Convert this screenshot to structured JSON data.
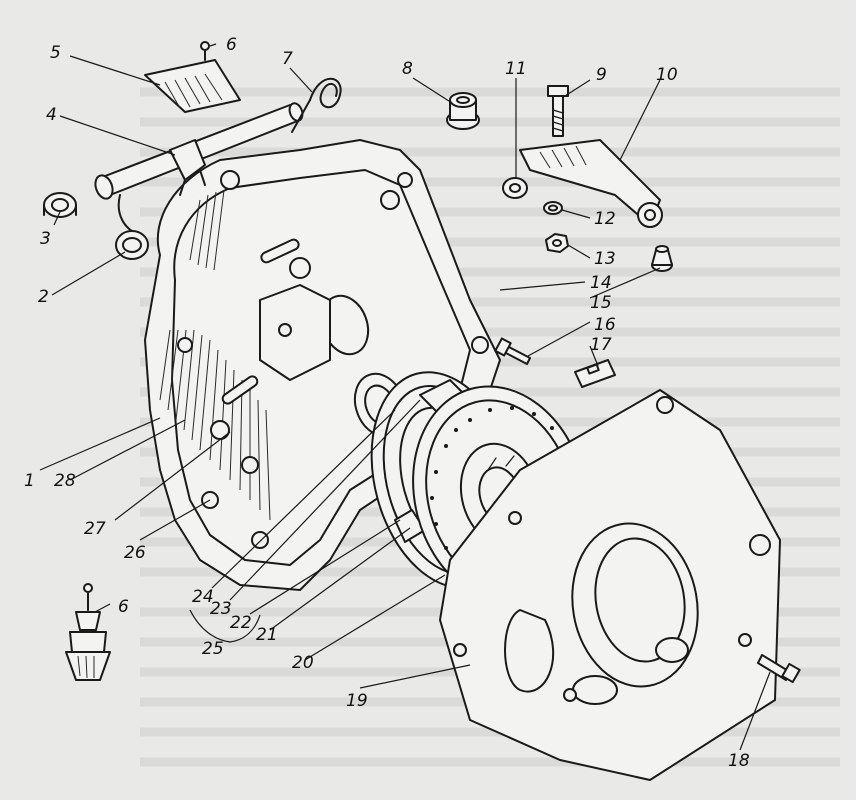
{
  "figure": {
    "labels": [
      "1",
      "2",
      "3",
      "4",
      "5",
      "6",
      "7",
      "8",
      "9",
      "10",
      "11",
      "12",
      "13",
      "14",
      "15",
      "16",
      "17",
      "18",
      "19",
      "20",
      "21",
      "22",
      "23",
      "24",
      "25",
      "26",
      "27",
      "28"
    ],
    "extra_label_6": "6"
  }
}
